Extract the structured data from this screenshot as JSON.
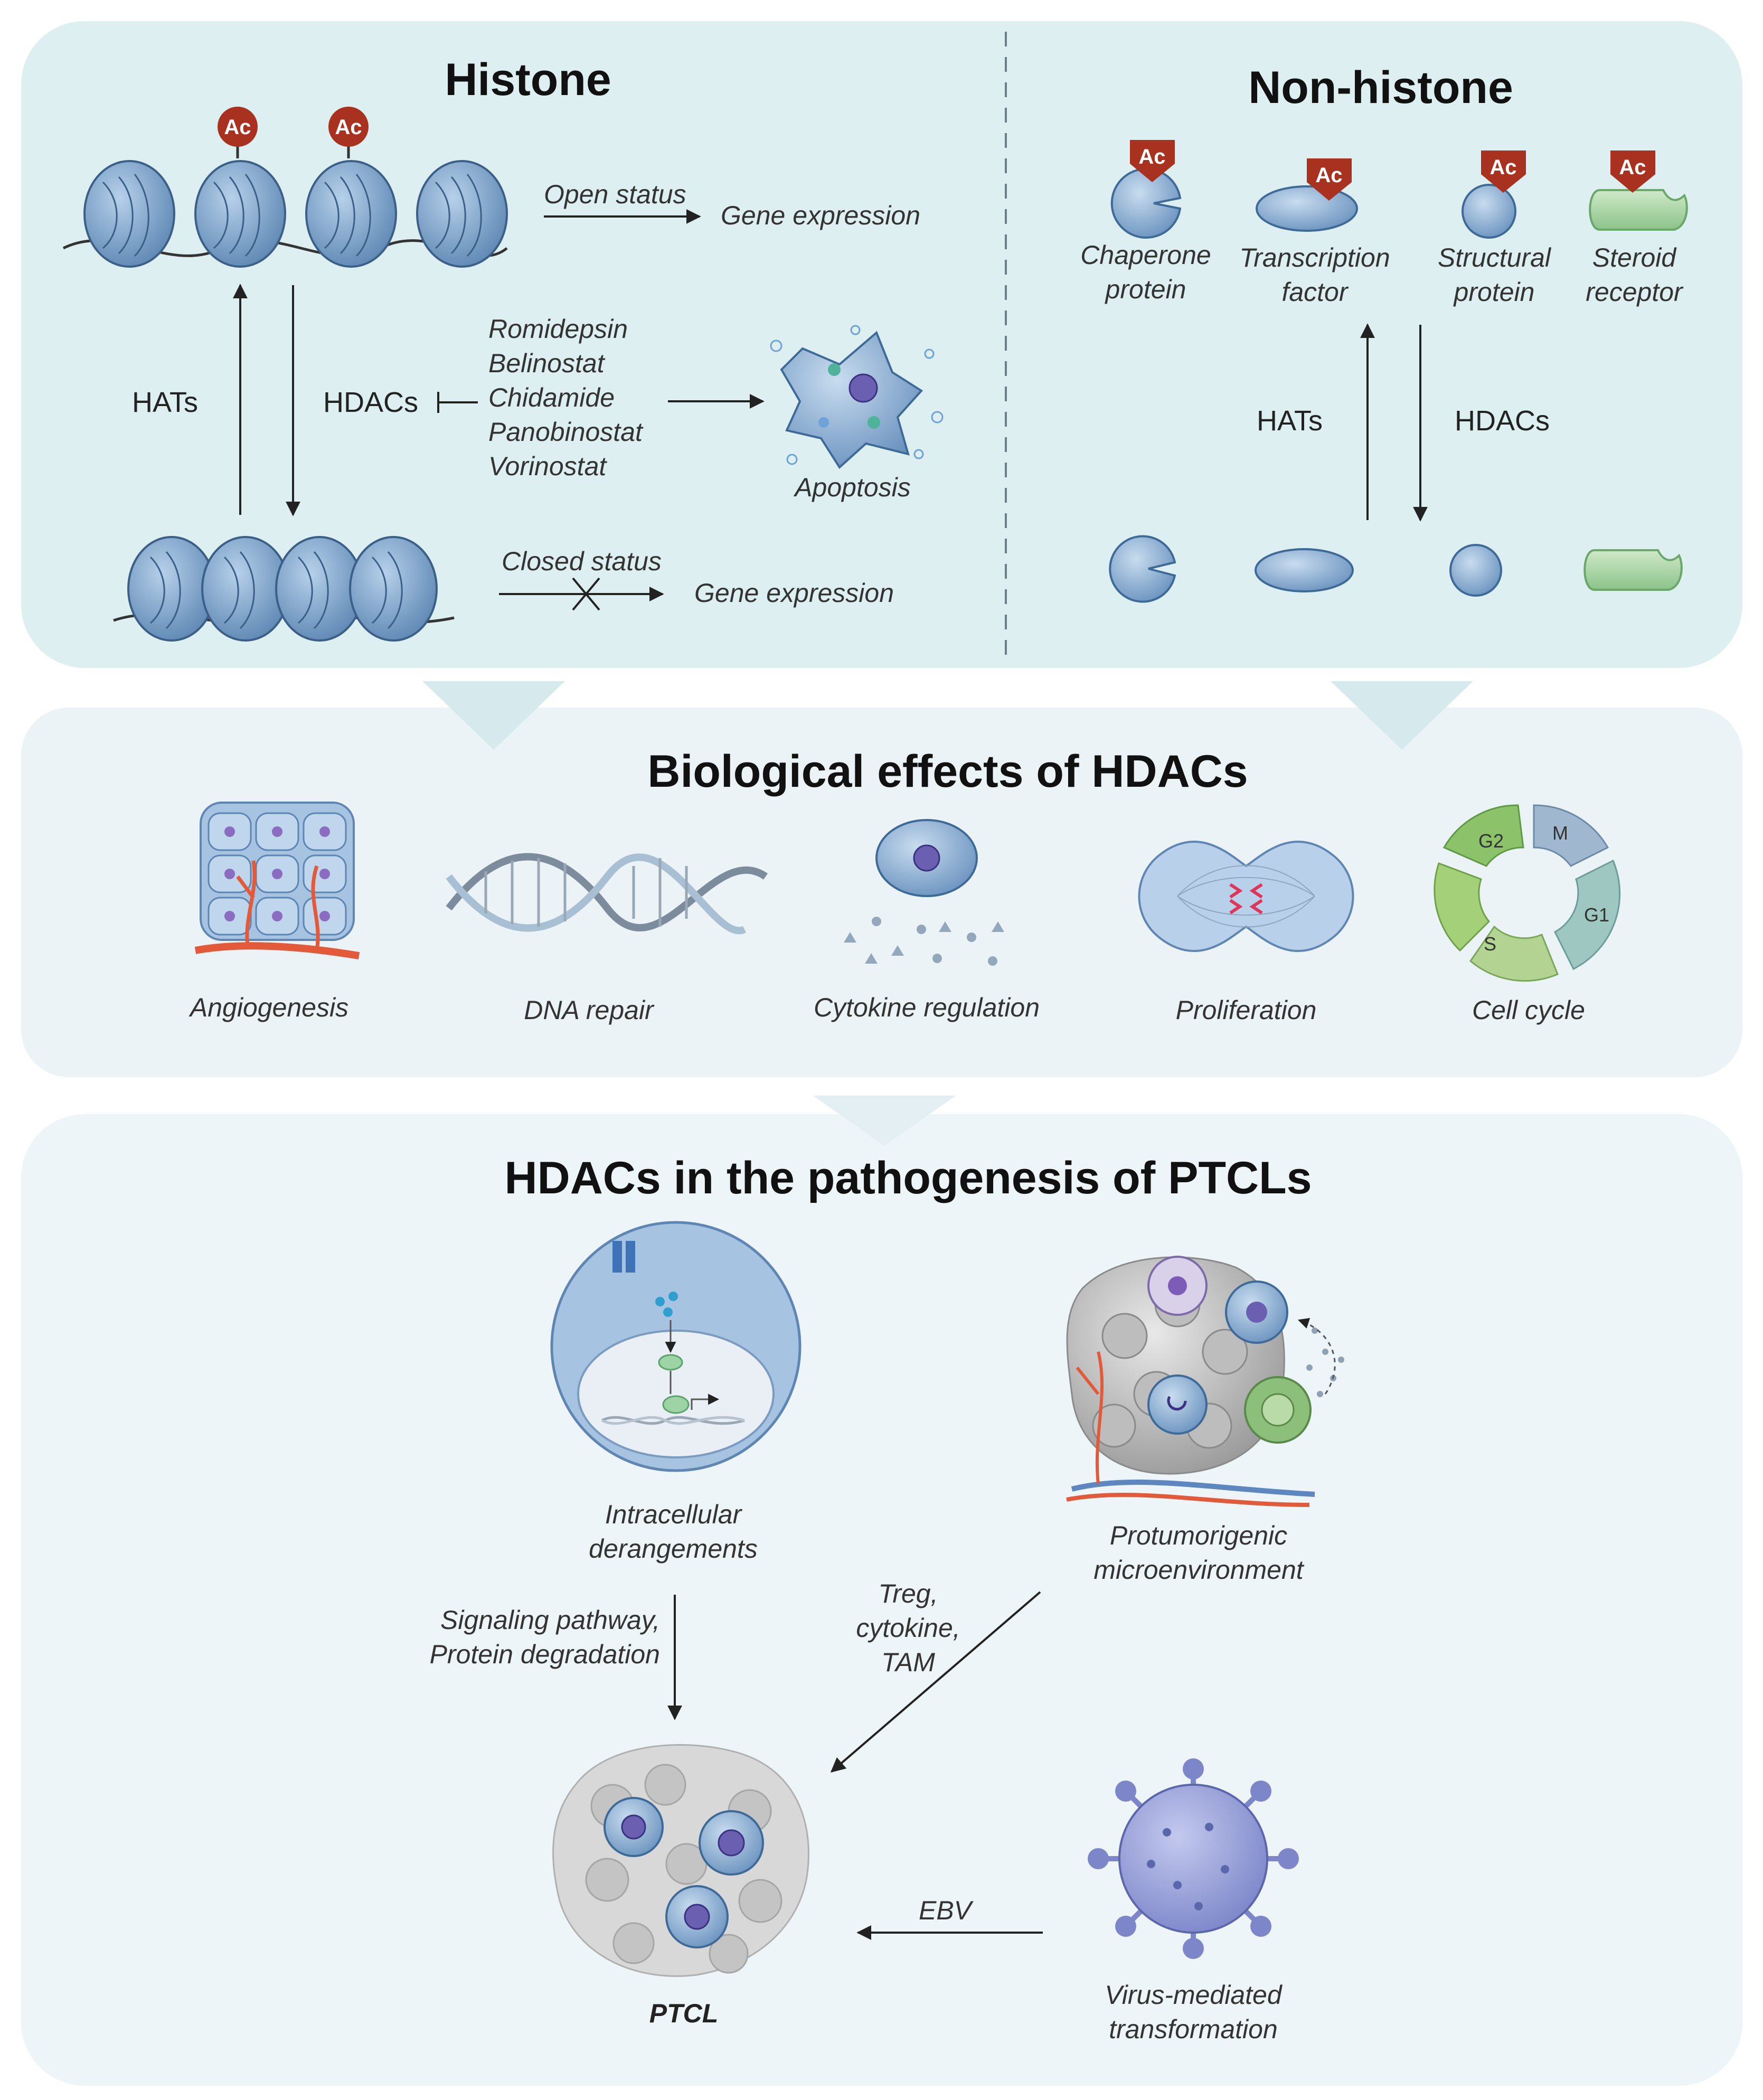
{
  "histone": {
    "title": "Histone",
    "ac": "Ac",
    "open_status": "Open status",
    "gene_expression_open": "Gene expression",
    "closed_status": "Closed status",
    "gene_expression_closed": "Gene expression",
    "hats": "HATs",
    "hdacs": "HDACs",
    "drugs": [
      "Romidepsin",
      "Belinostat",
      "Chidamide",
      "Panobinostat",
      "Vorinostat"
    ],
    "apoptosis": "Apoptosis"
  },
  "non_histone": {
    "title": "Non-histone",
    "ac": "Ac",
    "proteins": [
      {
        "line1": "Chaperone",
        "line2": "protein"
      },
      {
        "line1": "Transcription",
        "line2": "factor"
      },
      {
        "line1": "Structural",
        "line2": "protein"
      },
      {
        "line1": "Steroid",
        "line2": "receptor"
      }
    ],
    "hats": "HATs",
    "hdacs": "HDACs"
  },
  "effects": {
    "title": "Biological effects of HDACs",
    "items": [
      "Angiogenesis",
      "DNA repair",
      "Cytokine regulation",
      "Proliferation",
      "Cell cycle"
    ],
    "cycle_phases": {
      "g2": "G2",
      "m": "M",
      "g1": "G1",
      "s": "S"
    }
  },
  "pathogenesis": {
    "title": "HDACs in the pathogenesis of PTCLs",
    "intracellular": {
      "line1": "Intracellular",
      "line2": "derangements"
    },
    "signaling": {
      "line1": "Signaling pathway,",
      "line2": "Protein degradation"
    },
    "microenv": {
      "line1": "Protumorigenic",
      "line2": "microenvironment"
    },
    "treg": {
      "line1": "Treg,",
      "line2": "cytokine,",
      "line3": "TAM"
    },
    "ptcl": "PTCL",
    "ebv": "EBV",
    "virus": {
      "line1": "Virus-mediated",
      "line2": "transformation"
    }
  },
  "colors": {
    "panel_top": "#deeff2",
    "panel_mid": "#ebf3f6",
    "panel_bottom": "#eef5f8",
    "arrow_fill": "#d8ebef",
    "nucleosome": "#7fa5cb",
    "ac_tag": "#a8321f",
    "steroid_green": "#a6d3a4",
    "vessel_red": "#e25a3a"
  }
}
